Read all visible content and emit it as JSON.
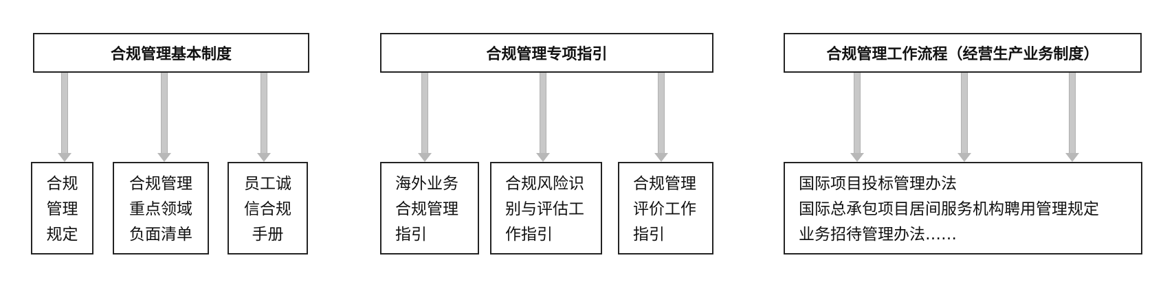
{
  "groups": [
    {
      "title": "合规管理基本制度",
      "children": [
        [
          "合规",
          "管理",
          "规定"
        ],
        [
          "合规管理",
          "重点领域",
          "负面清单"
        ],
        [
          "员工诚",
          "信合规",
          "手册"
        ]
      ]
    },
    {
      "title": "合规管理专项指引",
      "children": [
        [
          "海外业务",
          "合规管理",
          "指引"
        ],
        [
          "合规风险识",
          "别与评估工",
          "作指引"
        ],
        [
          "合规管理",
          "评价工作",
          "指引"
        ]
      ]
    },
    {
      "title": "合规管理工作流程（经营生产业务制度）",
      "children": [
        [
          "国际项目投标管理办法",
          "国际总承包项目居间服务机构聘用管理规定",
          "业务招待管理办法……"
        ]
      ]
    }
  ]
}
